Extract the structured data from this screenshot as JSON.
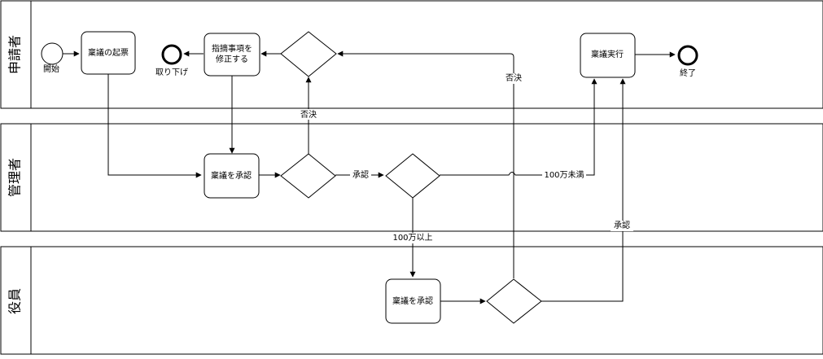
{
  "lanes": {
    "applicant": "申請者",
    "manager": "管理者",
    "executive": "役員"
  },
  "nodes": {
    "start": "開始",
    "draft": "稟議の起票",
    "withdraw": "取り下げ",
    "fix_line1": "指摘事項を",
    "fix_line2": "修正する",
    "execute": "稟議実行",
    "end": "終了",
    "manager_approve": "稟議を承認",
    "executive_approve": "稟議を承認"
  },
  "edges": {
    "manager_reject": "否決",
    "manager_accept": "承認",
    "under_1m": "100万未満",
    "over_1m": "100万以上",
    "executive_reject": "否決",
    "executive_accept": "承認"
  }
}
